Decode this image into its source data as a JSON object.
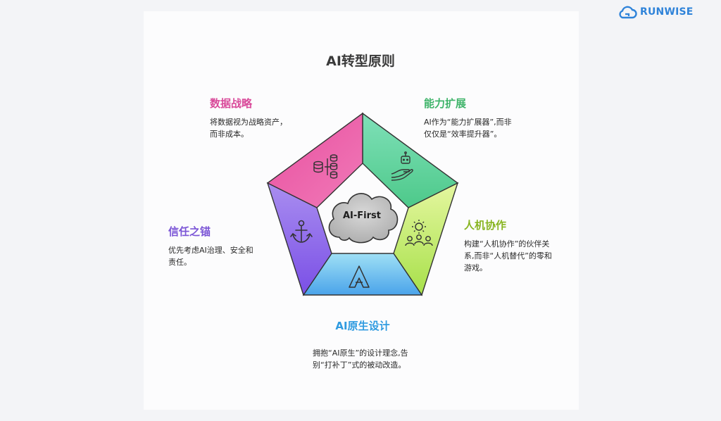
{
  "brand": {
    "name": "RUNWISE",
    "icon": "cloud-logo-icon",
    "color": "#2f83d9"
  },
  "title": "AI转型原则",
  "center": {
    "label": "AI-First"
  },
  "sections": {
    "data_strategy": {
      "title": "数据战略",
      "desc_line1": "将数据视为战略资产，",
      "desc_line2": "而非成本。",
      "color": "#d94a9a",
      "icon": "database-pipeline-icon"
    },
    "capability_expansion": {
      "title": "能力扩展",
      "desc_line1": "AI作为“能力扩展器”,而非",
      "desc_line2": "仅仅是“效率提升器”。",
      "color": "#3fb46a",
      "icon": "robot-hand-icon"
    },
    "human_ai_collab": {
      "title": "人机协作",
      "desc_line1": "构建“人机协作”的伙伴关",
      "desc_line2": "系,而非“人机替代”的零和",
      "desc_line3": "游戏。",
      "color": "#88b521",
      "icon": "team-gear-icon"
    },
    "ai_native_design": {
      "title": "AI原生设计",
      "desc_line1": "拥抱“AI原生”的设计理念,告",
      "desc_line2": "别“打补丁”式的被动改造。",
      "color": "#2f9be0",
      "icon": "letter-a-logo-icon"
    },
    "trust_anchor": {
      "title": "信任之锚",
      "desc_line1": "优先考虑AI治理、安全和",
      "desc_line2": "责任。",
      "color": "#7b55d6",
      "icon": "anchor-icon"
    }
  }
}
